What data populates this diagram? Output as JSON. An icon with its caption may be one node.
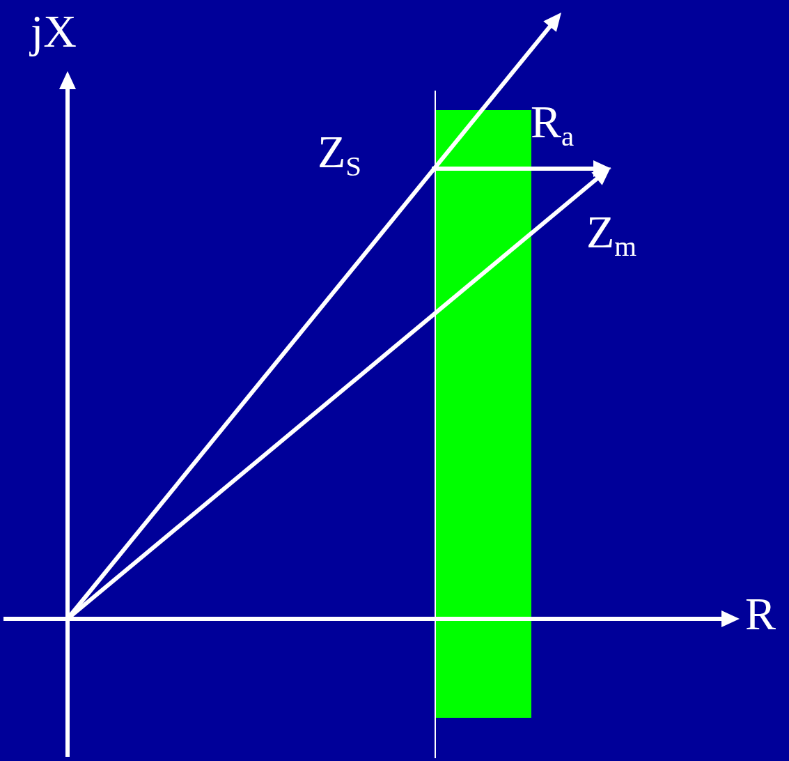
{
  "diagram": {
    "nodes": [
      {
        "text": [],
        "shape": "bar"
      }
    ],
    "labels": [
      "jX",
      "Z$_{S}$",
      "R$_{a}$",
      "Z$_{m}$",
      "R"
    ]
  }
}
